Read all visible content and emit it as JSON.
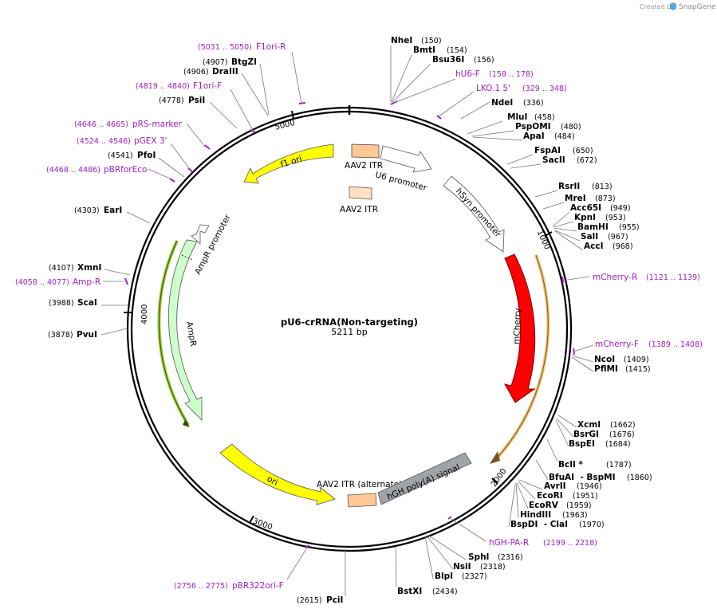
{
  "credit": {
    "prefix": "Created by",
    "brand": "SnapGene"
  },
  "plasmid": {
    "name": "pU6-crRNA(Non-targeting)",
    "length_label": "5211 bp"
  },
  "ticks": [
    "1000",
    "2000",
    "3000",
    "4000",
    "5000"
  ],
  "sites": [
    {
      "name": "NheI",
      "pos": "(150)"
    },
    {
      "name": "BmtI",
      "pos": "(154)"
    },
    {
      "name": "Bsu36I",
      "pos": "(156)"
    },
    {
      "name": "NdeI",
      "pos": "(336)"
    },
    {
      "name": "MluI",
      "pos": "(458)"
    },
    {
      "name": "PspOMI",
      "pos": "(480)"
    },
    {
      "name": "ApaI",
      "pos": "(484)"
    },
    {
      "name": "FspAI",
      "pos": "(650)"
    },
    {
      "name": "SacII",
      "pos": "(672)"
    },
    {
      "name": "RsrII",
      "pos": "(813)"
    },
    {
      "name": "MreI",
      "pos": "(873)"
    },
    {
      "name": "Acc65I",
      "pos": "(949)"
    },
    {
      "name": "KpnI",
      "pos": "(953)"
    },
    {
      "name": "BamHI",
      "pos": "(955)"
    },
    {
      "name": "SalI",
      "pos": "(967)"
    },
    {
      "name": "AccI",
      "pos": "(968)"
    },
    {
      "name": "NcoI",
      "pos": "(1409)"
    },
    {
      "name": "PflMI",
      "pos": "(1415)"
    },
    {
      "name": "XcmI",
      "pos": "(1662)"
    },
    {
      "name": "BsrGI",
      "pos": "(1676)"
    },
    {
      "name": "BspEI",
      "pos": "(1684)"
    },
    {
      "name": "BclI *",
      "pos": "(1787)"
    },
    {
      "name": "BfuAI  - BspMI",
      "pos": "(1860)"
    },
    {
      "name": "AvrII",
      "pos": "(1946)"
    },
    {
      "name": "EcoRI",
      "pos": "(1951)"
    },
    {
      "name": "EcoRV",
      "pos": "(1959)"
    },
    {
      "name": "HindIII",
      "pos": "(1963)"
    },
    {
      "name": "BspDI  - ClaI",
      "pos": "(1970)"
    },
    {
      "name": "SphI",
      "pos": "(2316)"
    },
    {
      "name": "NsiI",
      "pos": "(2318)"
    },
    {
      "name": "BlpI",
      "pos": "(2327)"
    },
    {
      "name": "BstXI",
      "pos": "(2434)"
    },
    {
      "name": "PciI",
      "pos": "(2615)"
    },
    {
      "name": "PvuI",
      "pos": "(3878)"
    },
    {
      "name": "ScaI",
      "pos": "(3988)"
    },
    {
      "name": "XmnI",
      "pos": "(4107)"
    },
    {
      "name": "EarI",
      "pos": "(4303)"
    },
    {
      "name": "PfoI",
      "pos": "(4541)"
    },
    {
      "name": "PsiI",
      "pos": "(4778)"
    },
    {
      "name": "DraIII",
      "pos": "(4906)"
    },
    {
      "name": "BtgZI",
      "pos": "(4907)"
    }
  ],
  "primers": [
    {
      "name": "hU6-F",
      "range": "(158 .. 178)"
    },
    {
      "name": "LKO.1 5'",
      "range": "(329 .. 348)"
    },
    {
      "name": "mCherry-R",
      "range": "(1121 .. 1139)"
    },
    {
      "name": "mCherry-F",
      "range": "(1389 .. 1408)"
    },
    {
      "name": "hGH-PA-R",
      "range": "(2199 .. 2218)"
    },
    {
      "name": "pBR322ori-F",
      "range": "(2756 .. 2775)"
    },
    {
      "name": "Amp-R",
      "range": "(4058 .. 4077)"
    },
    {
      "name": "pBRforEco",
      "range": "(4468 .. 4486)"
    },
    {
      "name": "pGEX 3'",
      "range": "(4524 .. 4546)"
    },
    {
      "name": "pRS-marker",
      "range": "(4646 .. 4665)"
    },
    {
      "name": "F1ori-F",
      "range": "(4819 .. 4840)"
    },
    {
      "name": "F1ori-R",
      "range": "(5031 .. 5050)"
    }
  ],
  "features": {
    "aav2_itr": "AAV2 ITR",
    "u6_promoter": "U6 promoter",
    "aav2_itr_2": "AAV2 ITR",
    "hsyn_promoter": "hSyn promoter",
    "mcherry": "mCherry",
    "f1_ori": "f1 ori",
    "ampr_promoter": "AmpR promoter",
    "ampr": "AmpR",
    "ori": "ori",
    "aav2_itr_alt": "AAV2 ITR (alternate)",
    "hgh_polya": "hGH poly(A) signal"
  },
  "colors": {
    "mcherry": "#ff0000",
    "ori": "#ffff00",
    "ampr": "#ccffcc",
    "itr": "#ffc896",
    "polya": "#a0a4a8",
    "primer": "#a020c0",
    "orf_arc": "#f0c070"
  }
}
